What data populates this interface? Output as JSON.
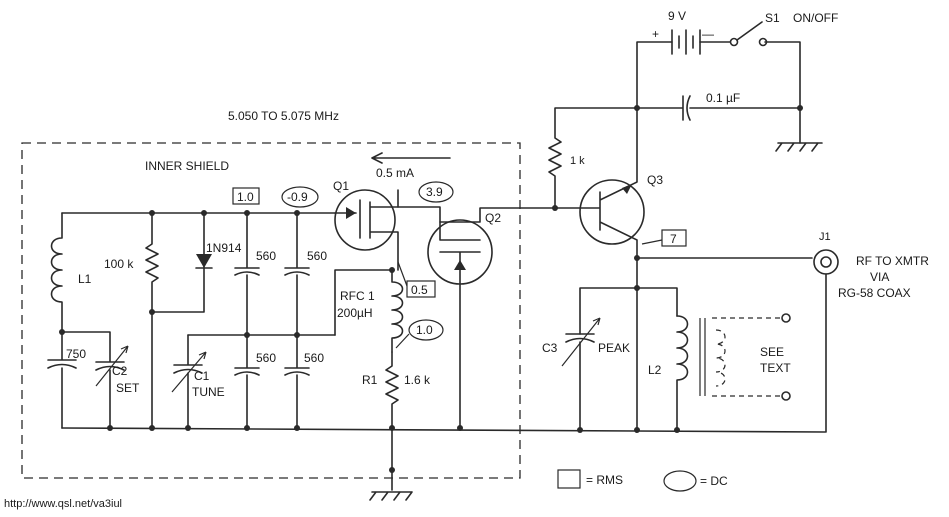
{
  "freq_range": "5.050 TO 5.075 MHz",
  "inner_shield": "INNER SHIELD",
  "current": "0.5 mA",
  "battery": "9 V",
  "battery_plus": "+",
  "battery_minus": "—",
  "switch_name": "S1",
  "switch_label": "ON/OFF",
  "cap_bypass": "0.1 µF",
  "res_1k": "1 k",
  "q1": "Q1",
  "q2": "Q2",
  "q3": "Q3",
  "j1": "J1",
  "output_line1": "RF TO XMTR",
  "output_line2": "VIA",
  "output_line3": "RG-58 COAX",
  "l1": "L1",
  "l2": "L2",
  "res_100k": "100 k",
  "diode": "1N914",
  "cap_560": "560",
  "cap_750": "750",
  "c2": "C2",
  "c2_set": "SET",
  "c1": "C1",
  "c1_tune": "TUNE",
  "rfc_line1": "RFC 1",
  "rfc_line2": "200µH",
  "r1": "R1",
  "r1_value": "1.6 k",
  "c3": "C3",
  "c3_peak": "PEAK",
  "see_line1": "SEE",
  "see_line2": "TEXT",
  "rms_values": {
    "gate": "1.0",
    "drain": "0.5",
    "emitter": "7"
  },
  "dc_values": {
    "source": "-0.9",
    "drain": "3.9",
    "rfc": "1.0"
  },
  "legend_rms": "= RMS",
  "legend_dc": "= DC",
  "footer_url": "http://www.qsl.net/va3iul"
}
